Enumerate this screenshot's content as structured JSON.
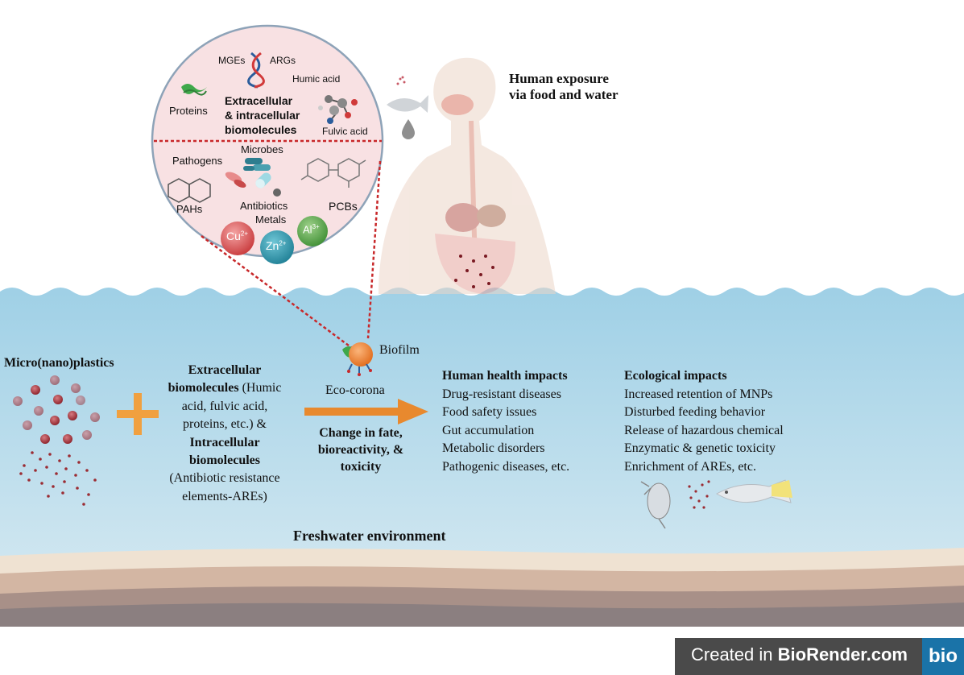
{
  "zoom": {
    "top_labels": {
      "mges": "MGEs",
      "args": "ARGs",
      "humic": "Humic acid",
      "proteins": "Proteins",
      "fulvic": "Fulvic acid"
    },
    "top_title": [
      "Extracellular",
      "& intracellular",
      "biomolecules"
    ],
    "bottom_labels": {
      "microbes": "Microbes",
      "pathogens": "Pathogens",
      "pahs": "PAHs",
      "antibiotics": "Antibiotics",
      "pcbs": "PCBs",
      "metals": "Metals"
    },
    "ions": {
      "cu": "Cu",
      "cu_sup": "2+",
      "zn": "Zn",
      "zn_sup": "2+",
      "al": "Al",
      "al_sup": "3+"
    }
  },
  "human": {
    "exposure_lines": [
      "Human exposure",
      "via food and water"
    ]
  },
  "water": {
    "mnp_title": "Micro(nano)plastics",
    "biomolecules_lines": [
      {
        "text": "Extracellular",
        "bold": true
      },
      {
        "text": "biomolecules",
        "bold": true,
        "rest": " (Humic"
      },
      {
        "text": "acid, fulvic acid,",
        "bold": false
      },
      {
        "text": "proteins, etc.) &",
        "bold": false
      },
      {
        "text": "Intracellular",
        "bold": true
      },
      {
        "text": "biomolecules",
        "bold": true
      },
      {
        "text": "(Antibiotic resistance",
        "bold": false
      },
      {
        "text": "elements-AREs)",
        "bold": false
      }
    ],
    "biofilm": "Biofilm",
    "eco_corona": "Eco-corona",
    "change_lines": [
      "Change in fate,",
      "bioreactivity, &",
      "toxicity"
    ],
    "human_health": {
      "title": "Human health impacts",
      "items": [
        "Drug-resistant diseases",
        "Food safety issues",
        "Gut accumulation",
        "Metabolic disorders",
        "Pathogenic diseases, etc."
      ]
    },
    "ecological": {
      "title": "Ecological impacts",
      "items": [
        "Increased retention of MNPs",
        "Disturbed feeding behavior",
        "Release of hazardous chemical",
        "Enzymatic & genetic toxicity",
        "Enrichment of AREs, etc."
      ]
    },
    "environment": "Freshwater environment"
  },
  "badge": {
    "prefix": "Created in ",
    "brand": "BioRender.com",
    "logo": "bio"
  },
  "colors": {
    "water": "#a9d4e8",
    "zoom_fill": "#f8e1e3",
    "dotted_line": "#c8282a",
    "arrow": "#e8892e",
    "plus": "#f0a040",
    "particle": "#9b2c33"
  }
}
